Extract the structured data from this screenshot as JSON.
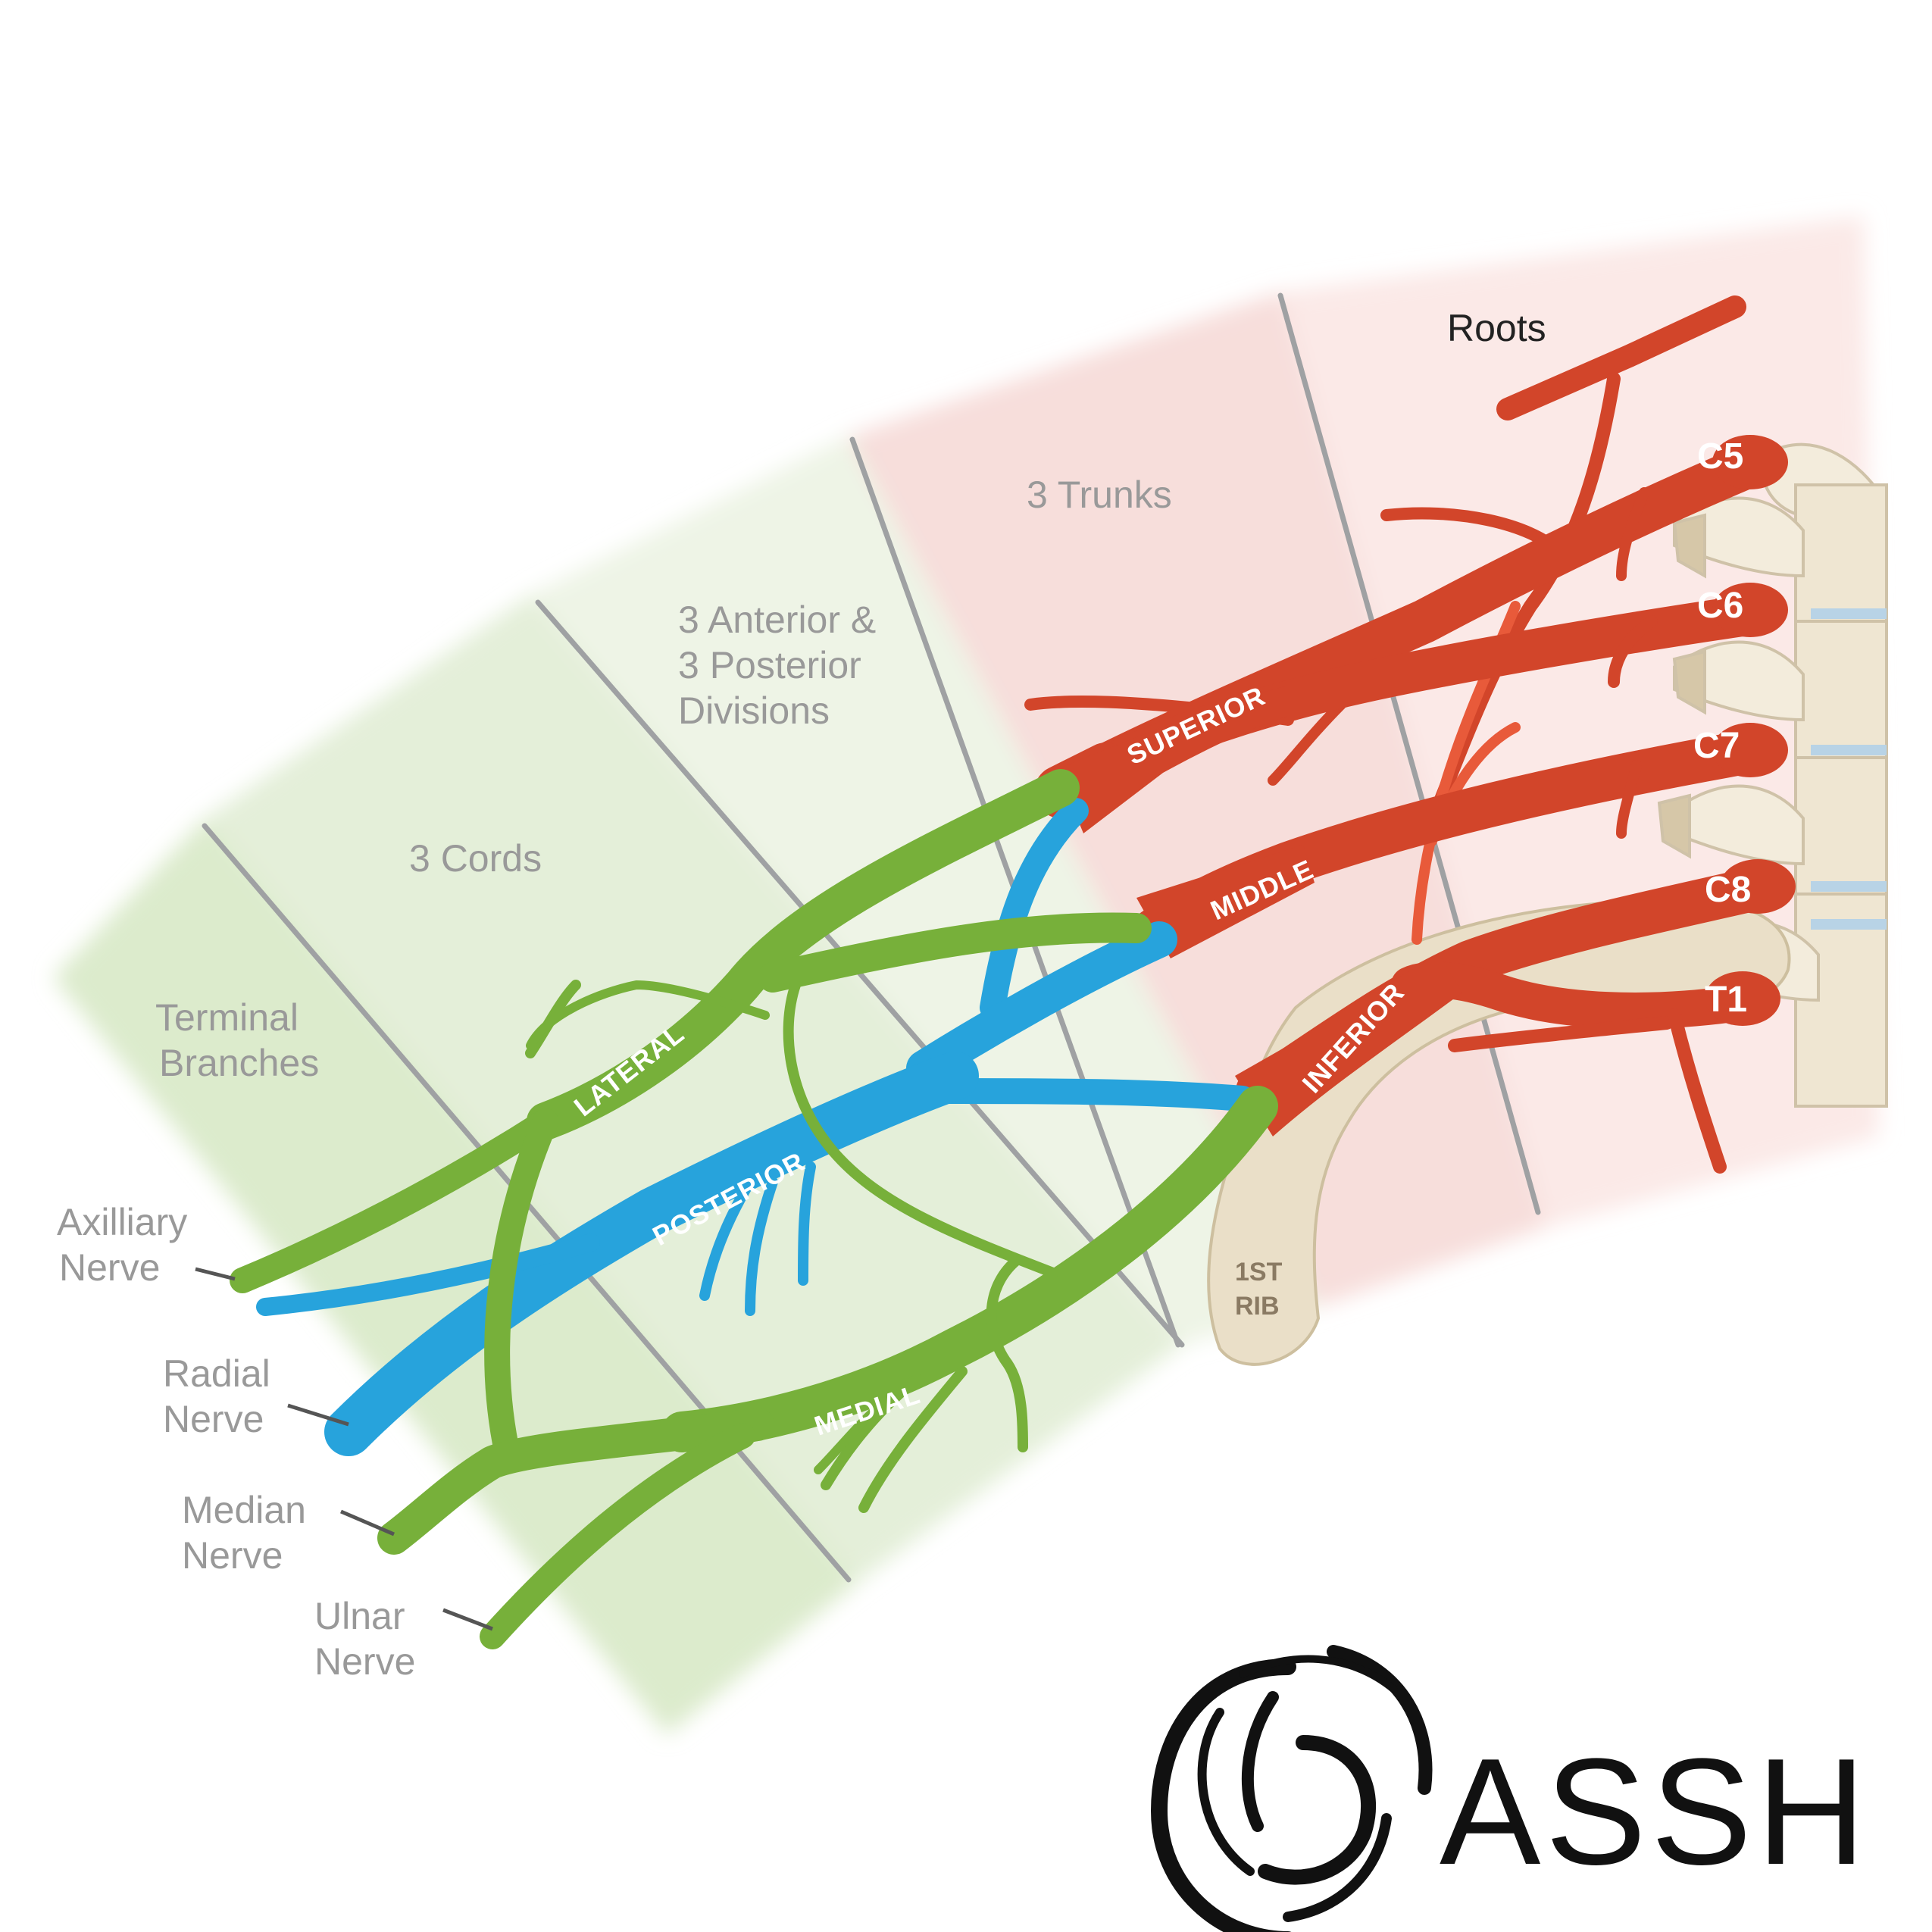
{
  "regions": {
    "roots": "Roots",
    "trunks": "3 Trunks",
    "divisions": [
      "3 Anterior &",
      "3 Posterior",
      "Divisions"
    ],
    "cords": "3 Cords",
    "terminal": [
      "Terminal",
      "Branches"
    ]
  },
  "roots": [
    "C5",
    "C6",
    "C7",
    "C8",
    "T1"
  ],
  "trunks": {
    "superior": "SUPERIOR",
    "middle": "MIDDLE",
    "inferior": "INFERIOR"
  },
  "cords": {
    "lateral": "LATERAL",
    "posterior": "POSTERIOR",
    "medial": "MEDIAL"
  },
  "nerves": {
    "axillary": [
      "Axilliary",
      "Nerve"
    ],
    "radial": [
      "Radial",
      "Nerve"
    ],
    "median": [
      "Median",
      "Nerve"
    ],
    "ulnar": [
      "Ulnar",
      "Nerve"
    ]
  },
  "rib": [
    "1ST",
    "RIB"
  ],
  "logo": "ASSH",
  "colors": {
    "trunk_red": "#d2452a",
    "cord_green": "#77b03a",
    "posterior_blue": "#27a3dc",
    "rib_tan": "#eadfc8",
    "band_green": "#dcebcc",
    "band_pink": "#f7dedb",
    "divider_gray": "#9fa1a3"
  }
}
